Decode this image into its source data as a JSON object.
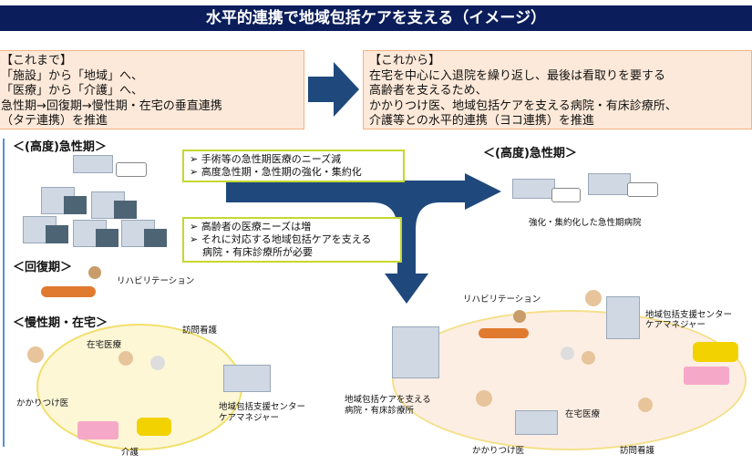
{
  "title": "水平的連携で地域包括ケアを支える（イメージ）",
  "before": {
    "heading": "【これまで】",
    "lines": [
      "「施設」から「地域」へ、",
      "「医療」から「介護」へ、",
      "急性期→回復期→慢性期・在宅の垂直連携",
      "（タテ連携）を推進"
    ]
  },
  "after": {
    "heading": "【これから】",
    "lines": [
      "在宅を中心に入退院を繰り返し、最後は看取りを要する",
      "高齢者を支えるため、",
      "かかりつけ医、地域包括ケアを支える病院・有床診療所、",
      "介護等との水平的連携（ヨコ連携）を推進"
    ]
  },
  "left": {
    "acute": "＜(高度)急性期＞",
    "recovery": "＜回復期＞",
    "rehab": "リハビリテーション",
    "chronic": "＜慢性期・在宅＞",
    "home_care": "在宅医療",
    "visit_nursing": "訪問看護",
    "family_doctor": "かかりつけ医",
    "center": "地域包括支援センター",
    "care_manager": "ケアマネジャー",
    "nursing_care": "介護"
  },
  "notes": {
    "top": [
      "手術等の急性期医療のニーズ減",
      "高度急性期・急性期の強化・集約化"
    ],
    "bottom": [
      "高齢者の医療ニーズは増",
      "それに対応する地域包括ケアを支える",
      "病院・有床診療所が必要"
    ],
    "bullet": "➢"
  },
  "right": {
    "acute": "＜(高度)急性期＞",
    "acute_caption": "強化・集約化した急性期病院",
    "rehab": "リハビリテーション",
    "center": "地域包括支援センター",
    "care_manager": "ケアマネジャー",
    "hospital": "地域包括ケアを支える",
    "hospital2": "病院・有床診療所",
    "home_care": "在宅医療",
    "family_doctor": "かかりつけ医",
    "visit_nursing": "訪問看護"
  },
  "colors": {
    "title_bg": "#0b1e5b",
    "arrow": "#1f497d",
    "box_bg": "#fde9d9",
    "note_border": "#c5d82e"
  }
}
